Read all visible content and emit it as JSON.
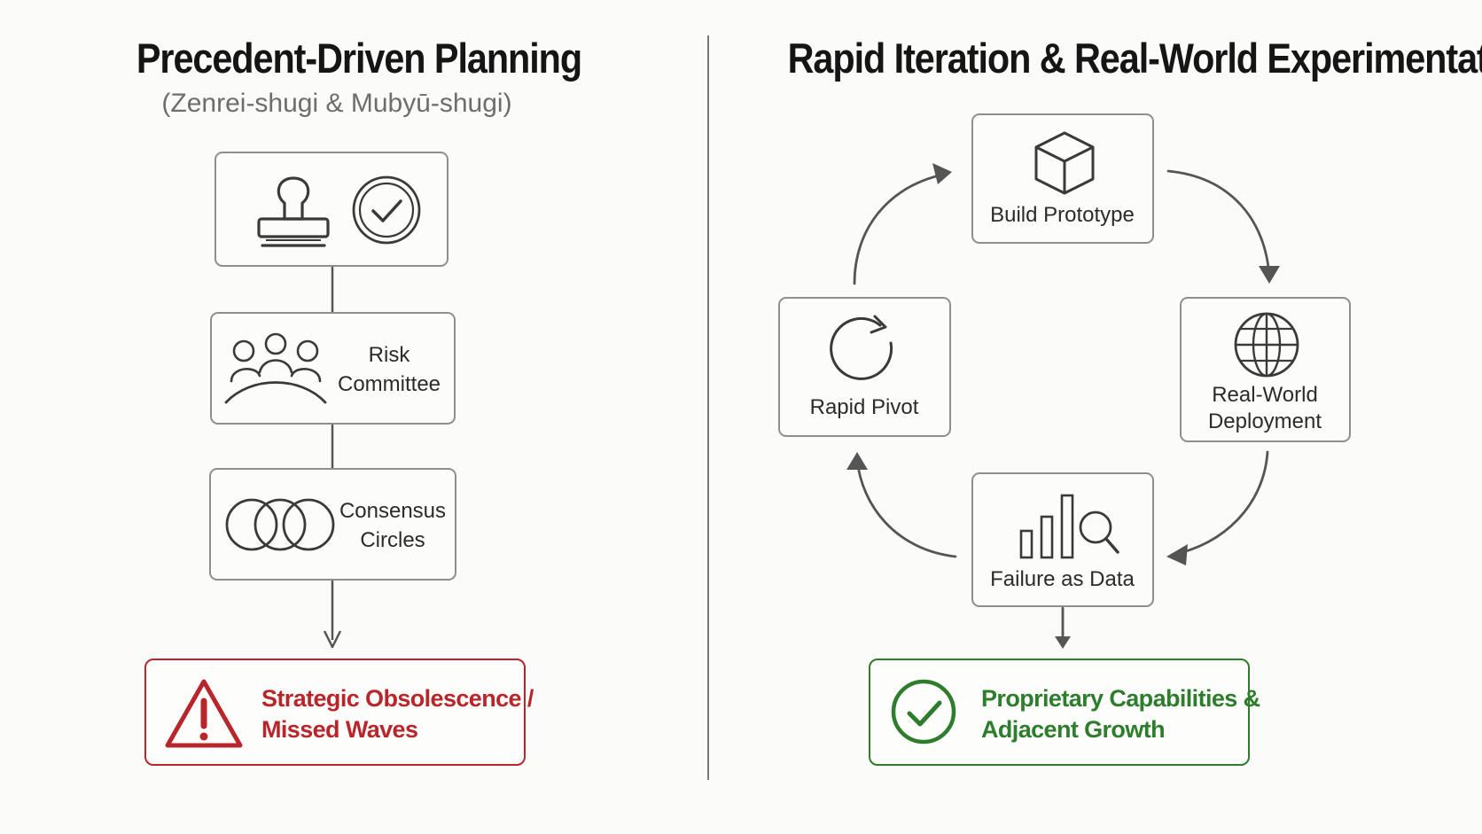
{
  "left": {
    "title": "Precedent-Driven Planning",
    "subtitle": "(Zenrei-shugi & Mubyū-shugi)",
    "steps": {
      "risk_committee": [
        "Risk",
        "Committee"
      ],
      "consensus_circles": [
        "Consensus",
        "Circles"
      ]
    },
    "outcome": [
      "Strategic Obsolescence /",
      "Missed Waves"
    ]
  },
  "right": {
    "title": "Rapid Iteration & Real-World Experimentation",
    "cycle": {
      "build_prototype": [
        "Build Prototype"
      ],
      "real_world_deployment": [
        "Real-World",
        "Deployment"
      ],
      "failure_as_data": [
        "Failure as Data"
      ],
      "rapid_pivot": [
        "Rapid Pivot"
      ]
    },
    "outcome": [
      "Proprietary Capabilities &",
      "Adjacent Growth"
    ]
  },
  "colors": {
    "negative": "#b8262b",
    "positive": "#2d7d2d",
    "line": "#555555",
    "box_border": "#8e8e8e"
  },
  "icons": {
    "approval_stamp": "rubber-stamp-icon",
    "approval_check": "check-circle-icon",
    "committee": "people-group-icon",
    "consensus": "overlapping-circles-icon",
    "warning": "warning-triangle-icon",
    "prototype": "cube-icon",
    "deployment": "globe-icon",
    "analysis": "bar-chart-magnifier-icon",
    "pivot": "refresh-icon",
    "success": "check-circle-icon"
  }
}
